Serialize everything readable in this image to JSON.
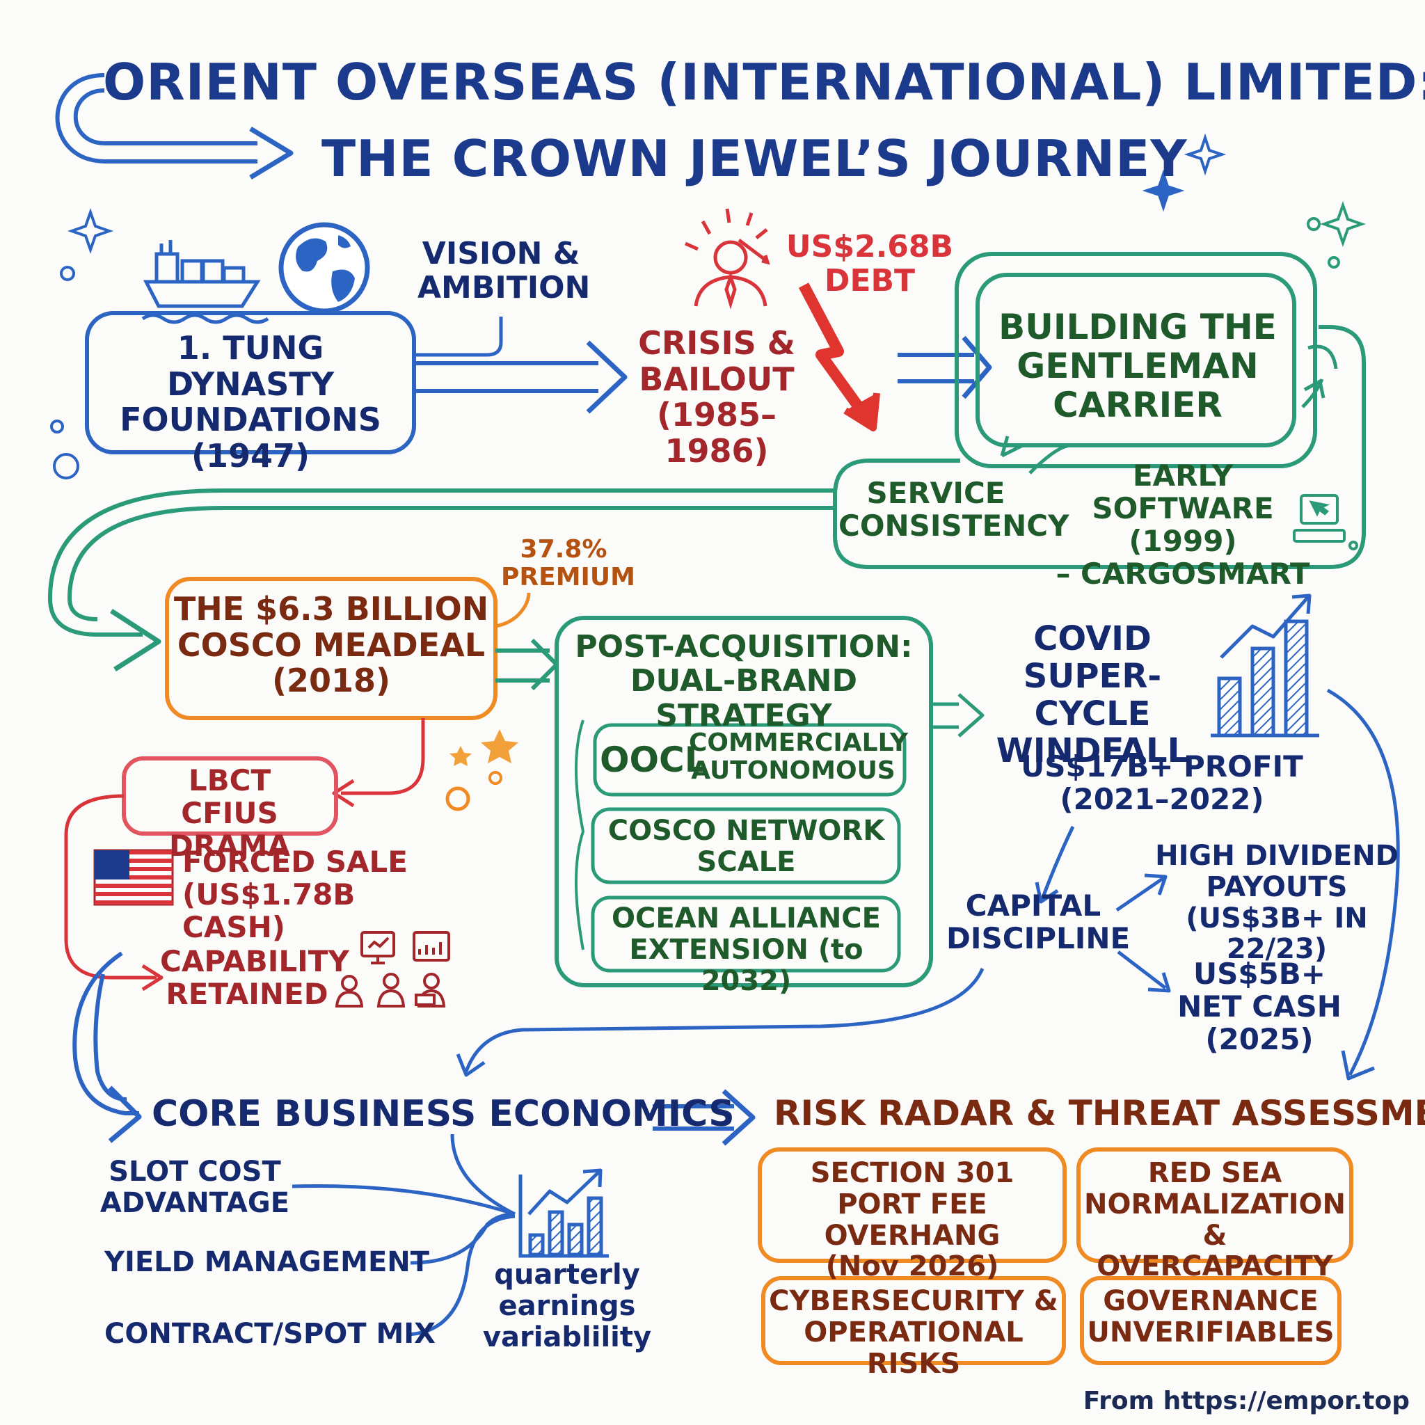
{
  "title": {
    "line1": "ORIENT OVERSEAS (INTERNATIONAL) LIMITED:",
    "line2": "THE CROWN JEWEL’S JOURNEY"
  },
  "stage1": {
    "label": "1. TUNG DYNASTY\nFOUNDATIONS\n(1947)",
    "vision": "VISION &\nAMBITION"
  },
  "stage2": {
    "label": "CRISIS &\nBAILOUT\n(1985–1986)",
    "debt": "US$2.68B\nDEBT"
  },
  "stage3": {
    "label": "BUILDING THE\nGENTLEMAN\nCARRIER",
    "service": "SERVICE\nCONSISTENCY",
    "software": "EARLY SOFTWARE\n(1999)\n– CARGOSMART"
  },
  "stage4": {
    "label": "THE $6.3 BILLION\nCOSCO MEADEAL\n(2018)",
    "premium": "37.8%\nPREMIUM"
  },
  "lbct": {
    "label": "LBCT\nCFIUS DRAMA",
    "forced_sale": "FORCED SALE\n(US$1.78B CASH)",
    "capability": "CAPABILITY\nRETAINED"
  },
  "post_acq": {
    "title": "POST-ACQUISITION:\nDUAL-BRAND STRATEGY",
    "oocl": "OOCL",
    "oocl_desc": "COMMERCIALLY\nAUTONOMOUS",
    "cosco": "COSCO NETWORK\nSCALE",
    "alliance": "OCEAN ALLIANCE\nEXTENSION (to 2032)"
  },
  "covid": {
    "title": "COVID\nSUPER-CYCLE\nWINDFALL",
    "profit": "US$17B+ PROFIT\n(2021–2022)",
    "capital": "CAPITAL\nDISCIPLINE",
    "dividend": "HIGH DIVIDEND\nPAYOUTS\n(US$3B+ IN 22/23)",
    "netcash": "US$5B+\nNET CASH\n(2025)"
  },
  "core": {
    "title": "CORE BUSINESS ECONOMICS",
    "slot": "SLOT COST\nADVANTAGE",
    "yield": "YIELD MANAGEMENT",
    "mix": "CONTRACT/SPOT MIX",
    "variability": "quarterly\nearnings\nvariablility"
  },
  "risk": {
    "title": "RISK RADAR & THREAT ASSESSMENT",
    "section301": "SECTION 301\nPORT FEE OVERHANG\n(Nov 2026)",
    "redsea": "RED SEA\nNORMALIZATION\n& OVERCAPACITY",
    "cyber": "CYBERSECURITY &\nOPERATIONAL RISKS",
    "governance": "GOVERNANCE\nUNVERIFIABLES"
  },
  "footer": "From https://empor.top",
  "colors": {
    "blue": "#2c64c4",
    "green": "#2a9a78",
    "red": "#d8343a",
    "orange": "#f08a22"
  }
}
